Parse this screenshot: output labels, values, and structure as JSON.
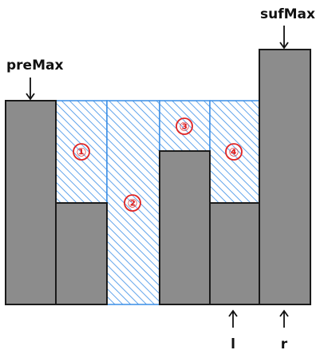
{
  "labels": {
    "pre_max": "preMax",
    "suf_max": "sufMax",
    "left_pointer": "l",
    "right_pointer": "r"
  },
  "water_regions": [
    {
      "marker": "①"
    },
    {
      "marker": "②"
    },
    {
      "marker": "③"
    },
    {
      "marker": "④"
    }
  ],
  "colors": {
    "bar_fill": "#8c8c8c",
    "bar_stroke": "#1a1a1a",
    "water_hatch": "#3a8ee6",
    "marker": "#e02424"
  }
}
